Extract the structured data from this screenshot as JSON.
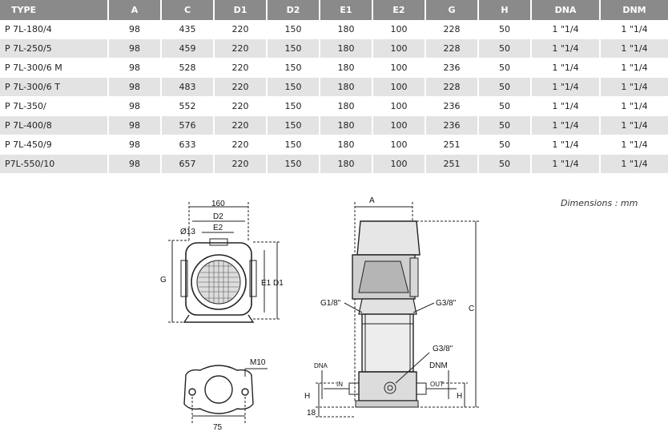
{
  "table": {
    "headers": [
      "TYPE",
      "A",
      "C",
      "D1",
      "D2",
      "E1",
      "E2",
      "G",
      "H",
      "DNA",
      "DNM"
    ],
    "rows": [
      [
        "P 7L-180/4",
        "98",
        "435",
        "220",
        "150",
        "180",
        "100",
        "228",
        "50",
        "1 \"1/4",
        "1 \"1/4"
      ],
      [
        "P 7L-250/5",
        "98",
        "459",
        "220",
        "150",
        "180",
        "100",
        "228",
        "50",
        "1 \"1/4",
        "1 \"1/4"
      ],
      [
        "P 7L-300/6 M",
        "98",
        "528",
        "220",
        "150",
        "180",
        "100",
        "236",
        "50",
        "1 \"1/4",
        "1 \"1/4"
      ],
      [
        "P 7L-300/6 T",
        "98",
        "483",
        "220",
        "150",
        "180",
        "100",
        "228",
        "50",
        "1 \"1/4",
        "1 \"1/4"
      ],
      [
        "P 7L-350/",
        "98",
        "552",
        "220",
        "150",
        "180",
        "100",
        "236",
        "50",
        "1 \"1/4",
        "1 \"1/4"
      ],
      [
        "P 7L-400/8",
        "98",
        "576",
        "220",
        "150",
        "180",
        "100",
        "236",
        "50",
        "1 \"1/4",
        "1 \"1/4"
      ],
      [
        "P 7L-450/9",
        "98",
        "633",
        "220",
        "150",
        "180",
        "100",
        "251",
        "50",
        "1 \"1/4",
        "1 \"1/4"
      ],
      [
        "P7L-550/10",
        "98",
        "657",
        "220",
        "150",
        "180",
        "100",
        "251",
        "50",
        "1 \"1/4",
        "1 \"1/4"
      ]
    ]
  },
  "dimensions_note": "Dimensions : mm",
  "drawing_labels": {
    "w160": "160",
    "d2": "D2",
    "e2": "E2",
    "hole": "Ø13",
    "g": "G",
    "e1d1": "E1 D1",
    "m10": "M10",
    "w75": "75",
    "a": "A",
    "c": "C",
    "g18": "G1/8\"",
    "g38_top": "G3/8\"",
    "g38_mid": "G3/8\"",
    "dna": "DNA",
    "dnm": "DNM",
    "in": "IN",
    "out": "OUT",
    "h_left": "H",
    "h_right": "H",
    "b18": "18"
  }
}
